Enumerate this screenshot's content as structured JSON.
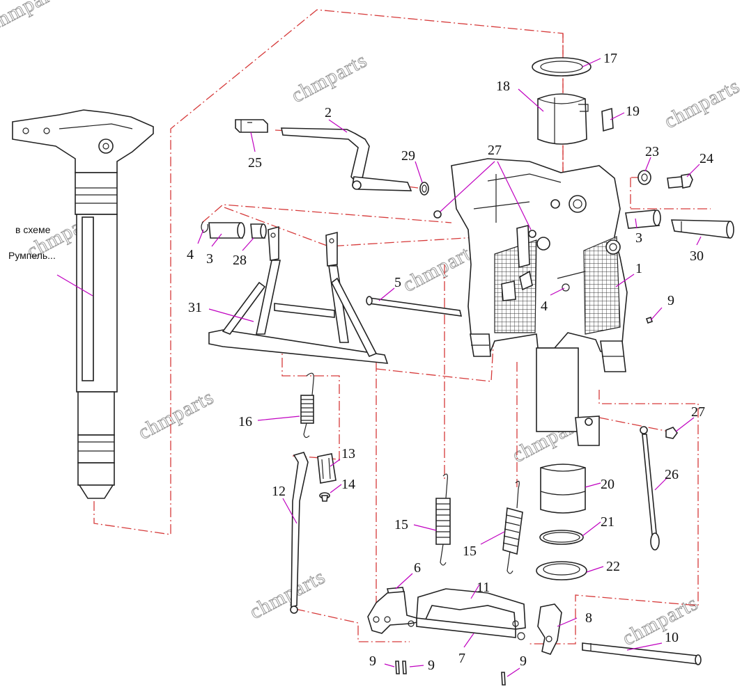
{
  "watermark": "chmparts",
  "notes": {
    "line1": "в схеме",
    "line2": "Румпель..."
  },
  "callouts": {
    "c1": "1",
    "c2": "2",
    "c3a": "3",
    "c3b": "3",
    "c4a": "4",
    "c4b": "4",
    "c5": "5",
    "c6": "6",
    "c7": "7",
    "c8": "8",
    "c9a": "9",
    "c9b": "9",
    "c9c": "9",
    "c9d": "9",
    "c10": "10",
    "c11": "11",
    "c12": "12",
    "c13": "13",
    "c14": "14",
    "c15a": "15",
    "c15b": "15",
    "c16": "16",
    "c17": "17",
    "c18": "18",
    "c19": "19",
    "c20": "20",
    "c21": "21",
    "c22": "22",
    "c23": "23",
    "c24": "24",
    "c25": "25",
    "c26": "26",
    "c27a": "27",
    "c27b": "27",
    "c28": "28",
    "c29": "29",
    "c30": "30",
    "c31": "31"
  }
}
